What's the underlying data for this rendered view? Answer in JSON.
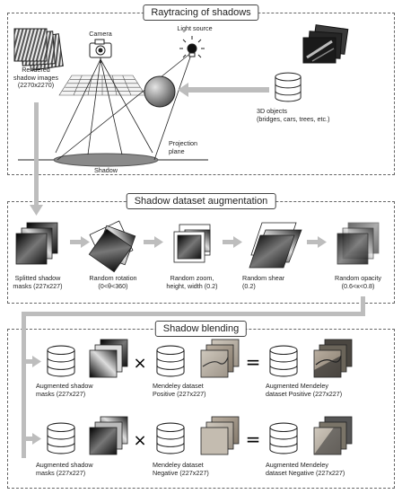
{
  "sections": {
    "raytracing": {
      "title": "Raytracing of shadows",
      "camera": "Camera",
      "light_source": "Light source",
      "rendered_images": [
        "Rendered",
        "shadow images",
        "(2270x2270)"
      ],
      "objects_3d": [
        "3D objects",
        "(bridges, cars, trees, etc.)"
      ],
      "projection_plane": [
        "Projection",
        "plane"
      ],
      "shadow": "Shadow"
    },
    "augmentation": {
      "title": "Shadow dataset augmentation",
      "steps": [
        {
          "lines": [
            "Splitted shadow",
            "masks (227x227)"
          ]
        },
        {
          "lines": [
            "Random rotation",
            "(0<θ<360)"
          ]
        },
        {
          "lines": [
            "Random zoom,",
            "height, width (0.2)"
          ]
        },
        {
          "lines": [
            "Random shear",
            "(0.2)"
          ]
        },
        {
          "lines": [
            "Random opacity",
            "(0.6<κ<0.8)"
          ]
        }
      ]
    },
    "blending": {
      "title": "Shadow blending",
      "rows": [
        {
          "a": [
            "Augmented shadow",
            "masks (227x227)"
          ],
          "op1": "×",
          "b": [
            "Mendeley dataset",
            "Positive (227x227)"
          ],
          "op2": "=",
          "c": [
            "Augmented Mendeley",
            "dataset Positive (227x227)"
          ]
        },
        {
          "a": [
            "Augmented shadow",
            "masks (227x227)"
          ],
          "op1": "×",
          "b": [
            "Mendeley dataset",
            "Negative (227x227)"
          ],
          "op2": "=",
          "c": [
            "Augmented Mendeley",
            "dataset Negative (227x227)"
          ]
        }
      ]
    }
  }
}
